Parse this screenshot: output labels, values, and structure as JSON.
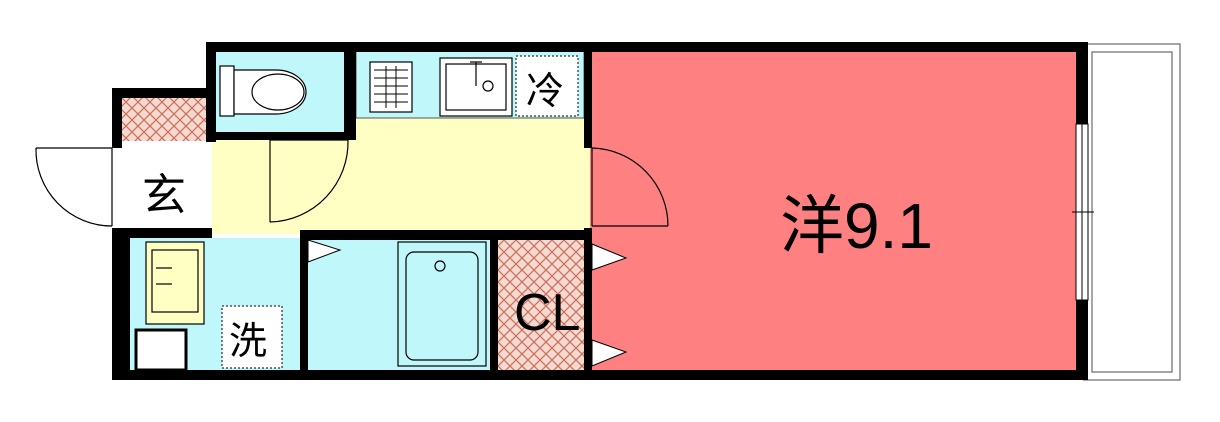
{
  "rooms": {
    "western": {
      "label": "洋9.1",
      "color": "#ff8080"
    },
    "entrance": {
      "label": "玄"
    },
    "washroom": {
      "label": "洗"
    },
    "closet": {
      "label": "CL"
    },
    "fridge": {
      "label": "冷"
    }
  },
  "colors": {
    "wall": "#000000",
    "water_area": "#bff7fa",
    "kitchen_floor": "#ffffc4",
    "hatch_fill": "#f5d0c8",
    "hatch_line": "#c06050",
    "balcony_line": "#888888"
  }
}
